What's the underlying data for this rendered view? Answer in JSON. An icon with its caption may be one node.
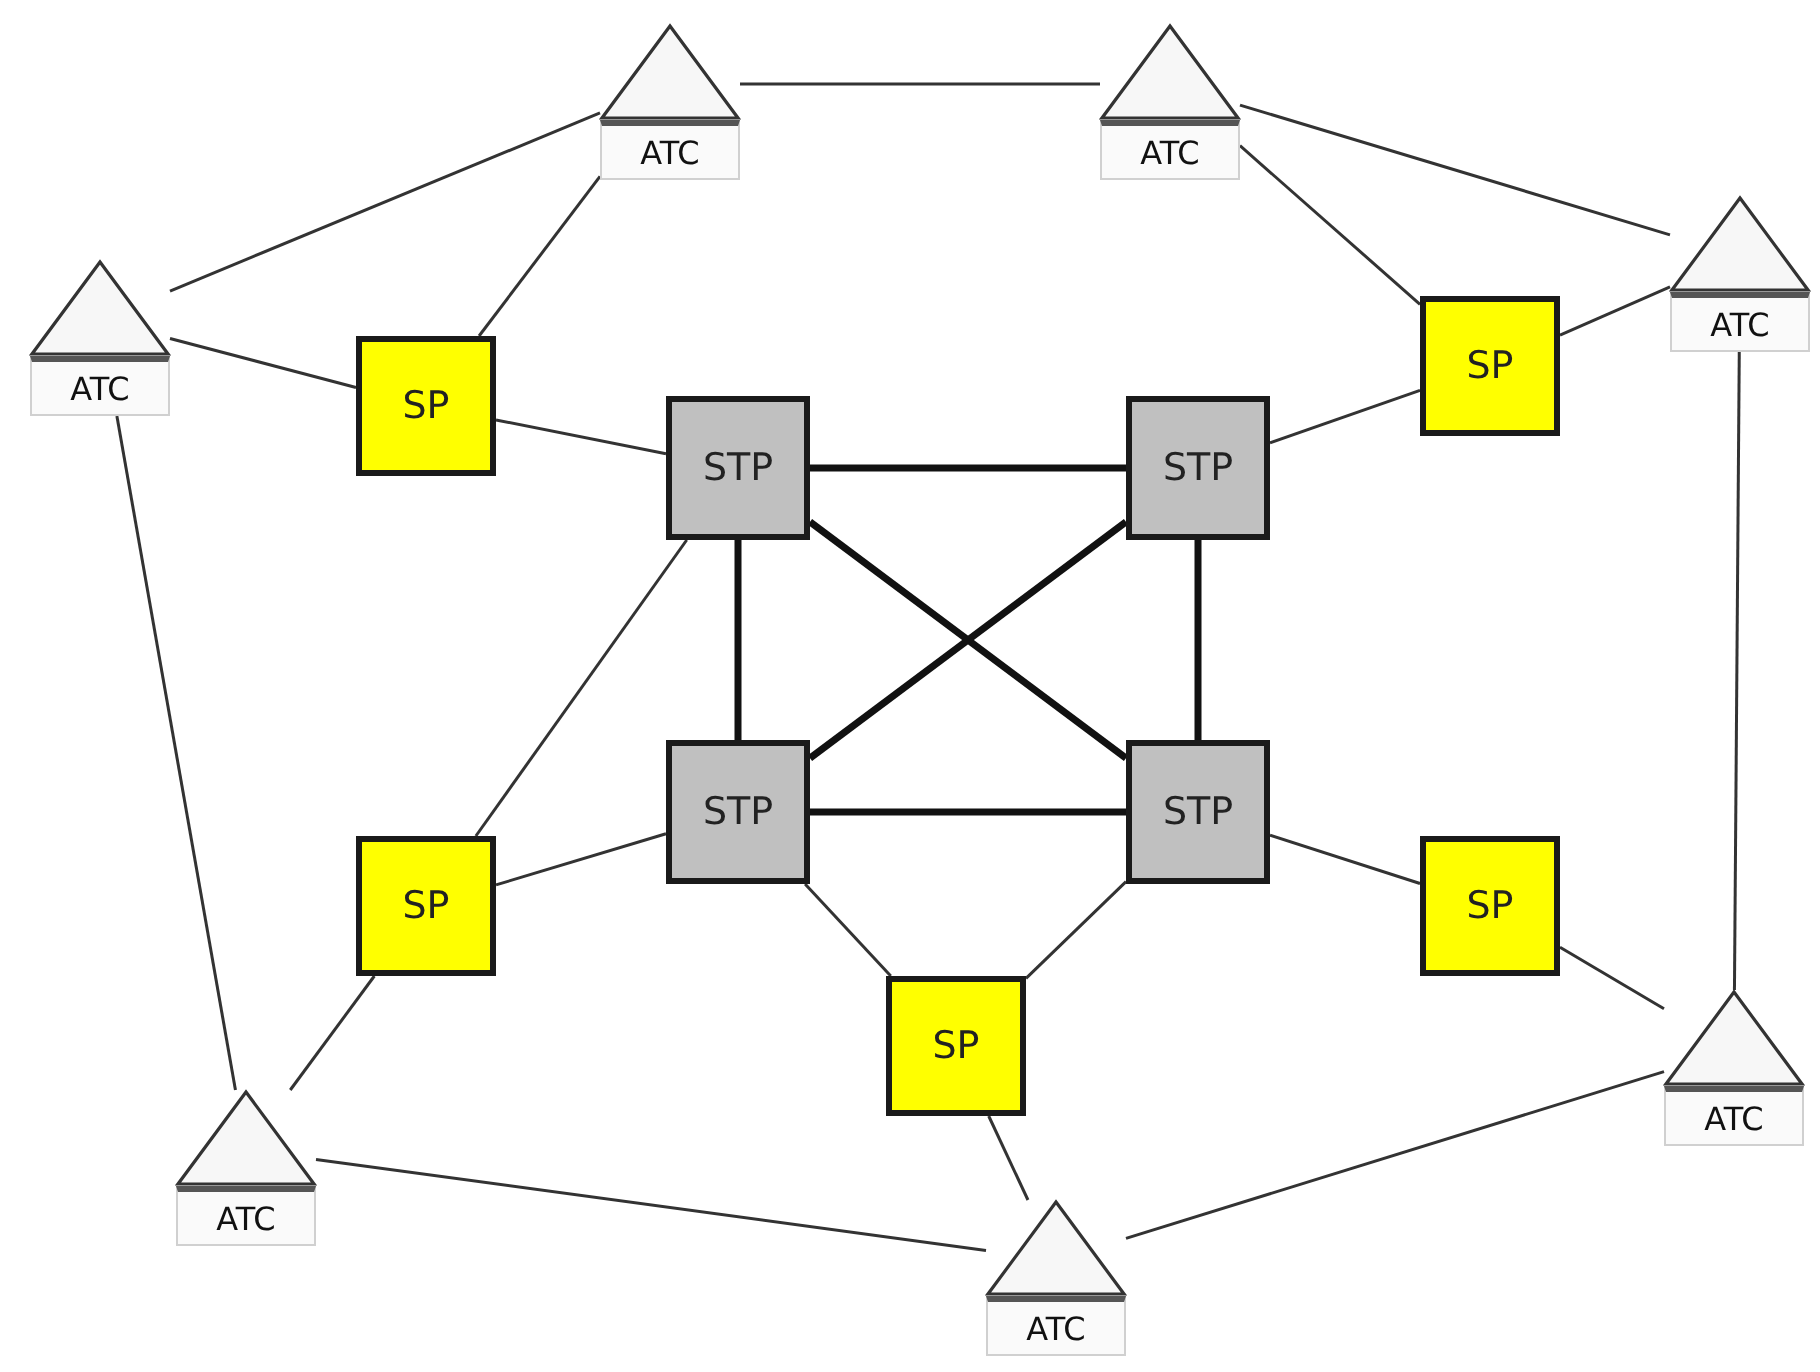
{
  "diagram": {
    "nodes": [
      {
        "text": [
          "ATC"
        ]
      },
      {
        "text": [
          "ATC"
        ]
      },
      {
        "text": [
          "ATC"
        ]
      },
      {
        "text": [
          "ATC"
        ]
      },
      {
        "text": [
          "SP"
        ]
      },
      {
        "text": [
          "SP"
        ]
      },
      {
        "text": [
          "STP"
        ]
      },
      {
        "text": [
          "STP"
        ]
      },
      {
        "text": [
          "STP"
        ]
      },
      {
        "text": [
          "STP"
        ]
      },
      {
        "text": [
          "SP"
        ]
      },
      {
        "text": [
          "SP"
        ]
      },
      {
        "text": [
          "SP"
        ]
      },
      {
        "text": [
          "ATC"
        ]
      },
      {
        "text": [
          "ATC"
        ]
      },
      {
        "text": [
          "ATC"
        ]
      }
    ],
    "edges": [
      {
        "from": 0,
        "to": 1,
        "arrow": "none"
      },
      {
        "from": 0,
        "to": 2,
        "arrow": "none"
      },
      {
        "from": 0,
        "to": 4,
        "arrow": "none"
      },
      {
        "from": 1,
        "to": 5,
        "arrow": "none"
      },
      {
        "from": 1,
        "to": 3,
        "arrow": "none"
      },
      {
        "from": 3,
        "to": 5,
        "arrow": "none"
      },
      {
        "from": 3,
        "to": 14,
        "arrow": "none"
      },
      {
        "from": 2,
        "to": 4,
        "arrow": "none"
      },
      {
        "from": 2,
        "to": 13,
        "arrow": "none"
      },
      {
        "from": 4,
        "to": 6,
        "arrow": "none"
      },
      {
        "from": 5,
        "to": 7,
        "arrow": "none"
      },
      {
        "from": 6,
        "to": 7,
        "arrow": "none",
        "style": "thick"
      },
      {
        "from": 6,
        "to": 8,
        "arrow": "none",
        "style": "thick"
      },
      {
        "from": 6,
        "to": 9,
        "arrow": "none",
        "style": "thick"
      },
      {
        "from": 7,
        "to": 8,
        "arrow": "none",
        "style": "thick"
      },
      {
        "from": 7,
        "to": 9,
        "arrow": "none",
        "style": "thick"
      },
      {
        "from": 8,
        "to": 9,
        "arrow": "none",
        "style": "thick"
      },
      {
        "from": 6,
        "to": 10,
        "arrow": "none"
      },
      {
        "from": 8,
        "to": 10,
        "arrow": "none"
      },
      {
        "from": 10,
        "to": 13,
        "arrow": "none"
      },
      {
        "from": 8,
        "to": 12,
        "arrow": "none"
      },
      {
        "from": 9,
        "to": 12,
        "arrow": "none"
      },
      {
        "from": 9,
        "to": 11,
        "arrow": "none"
      },
      {
        "from": 11,
        "to": 14,
        "arrow": "none"
      },
      {
        "from": 12,
        "to": 15,
        "arrow": "none"
      },
      {
        "from": 13,
        "to": 15,
        "arrow": "none"
      },
      {
        "from": 14,
        "to": 15,
        "arrow": "none"
      }
    ]
  }
}
